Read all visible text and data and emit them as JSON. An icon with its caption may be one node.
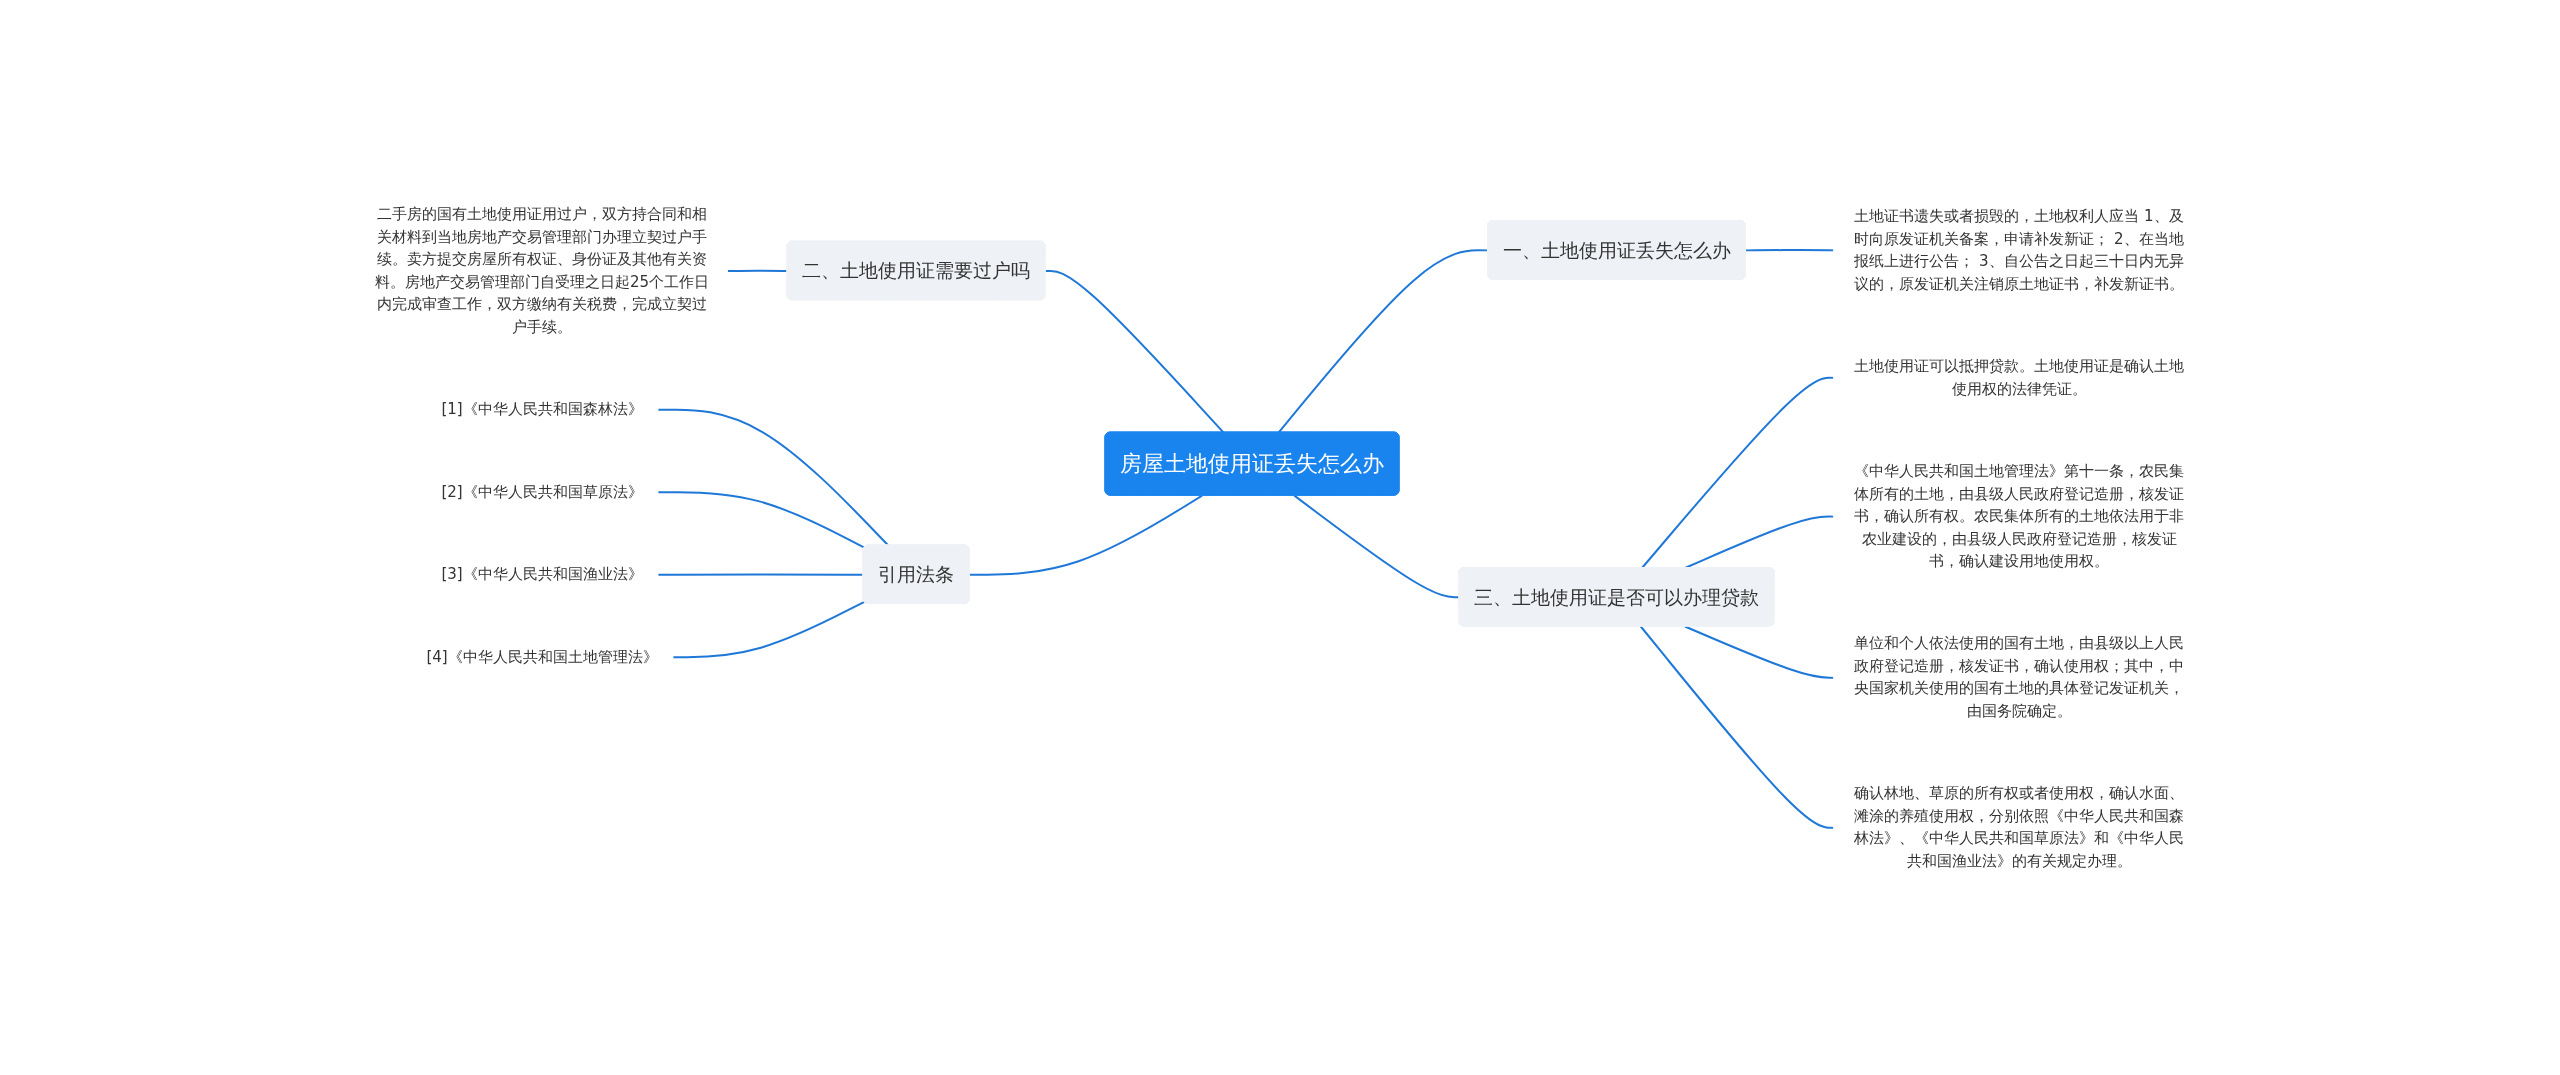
{
  "diagram": {
    "nodes": [
      {
        "text": [
          "房屋土地使用证丢失怎么办"
        ]
      },
      {
        "text": [
          "一、土地使用证丢失怎么办"
        ]
      },
      {
        "text": [
          "土地证书遗失或者损毁的，土地权利人应当 1、及时向原发证机关备案，申请补发新证； 2、在当地报纸上进行公告； 3、自公告之日起三十日内无异议的，原发证机关注销原土地证书，补发新证书。"
        ]
      },
      {
        "text": [
          "三、土地使用证是否可以办理贷款"
        ]
      },
      {
        "text": [
          "土地使用证可以抵押贷款。土地使用证是确认土地使用权的法律凭证。"
        ]
      },
      {
        "text": [
          "《中华人民共和国土地管理法》第十一条，农民集体所有的土地，由县级人民政府登记造册，核发证书，确认所有权。农民集体所有的土地依法用于非农业建设的，由县级人民政府登记造册，核发证书，确认建设用地使用权。"
        ]
      },
      {
        "text": [
          "单位和个人依法使用的国有土地，由县级以上人民政府登记造册，核发证书，确认使用权；其中，中央国家机关使用的国有土地的具体登记发证机关，由国务院确定。"
        ]
      },
      {
        "text": [
          "确认林地、草原的所有权或者使用权，确认水面、滩涂的养殖使用权，分别依照《中华人民共和国森林法》、《中华人民共和国草原法》和《中华人民共和国渔业法》的有关规定办理。"
        ]
      },
      {
        "text": [
          "二、土地使用证需要过户吗"
        ]
      },
      {
        "text": [
          "二手房的国有土地使用证用过户，双方持合同和相关材料到当地房地产交易管理部门办理立契过户手续。卖方提交房屋所有权证、身份证及其他有关资料。房地产交易管理部门自受理之日起25个工作日内完成审查工作，双方缴纳有关税费，完成立契过户手续。"
        ]
      },
      {
        "text": [
          "引用法条"
        ]
      },
      {
        "text": [
          "[1]《中华人民共和国森林法》"
        ]
      },
      {
        "text": [
          "[2]《中华人民共和国草原法》"
        ]
      },
      {
        "text": [
          "[3]《中华人民共和国渔业法》"
        ]
      },
      {
        "text": [
          "[4]《中华人民共和国土地管理法》"
        ]
      }
    ],
    "edges": [
      {
        "from": 0,
        "to": 1,
        "arrow": "none"
      },
      {
        "from": 1,
        "to": 2,
        "arrow": "none"
      },
      {
        "from": 0,
        "to": 3,
        "arrow": "none"
      },
      {
        "from": 3,
        "to": 4,
        "arrow": "none"
      },
      {
        "from": 3,
        "to": 5,
        "arrow": "none"
      },
      {
        "from": 3,
        "to": 6,
        "arrow": "none"
      },
      {
        "from": 3,
        "to": 7,
        "arrow": "none"
      },
      {
        "from": 0,
        "to": 8,
        "arrow": "none"
      },
      {
        "from": 8,
        "to": 9,
        "arrow": "none"
      },
      {
        "from": 0,
        "to": 10,
        "arrow": "none"
      },
      {
        "from": 10,
        "to": 11,
        "arrow": "none"
      },
      {
        "from": 10,
        "to": 12,
        "arrow": "none"
      },
      {
        "from": 10,
        "to": 13,
        "arrow": "none"
      },
      {
        "from": 10,
        "to": 14,
        "arrow": "none"
      }
    ]
  }
}
